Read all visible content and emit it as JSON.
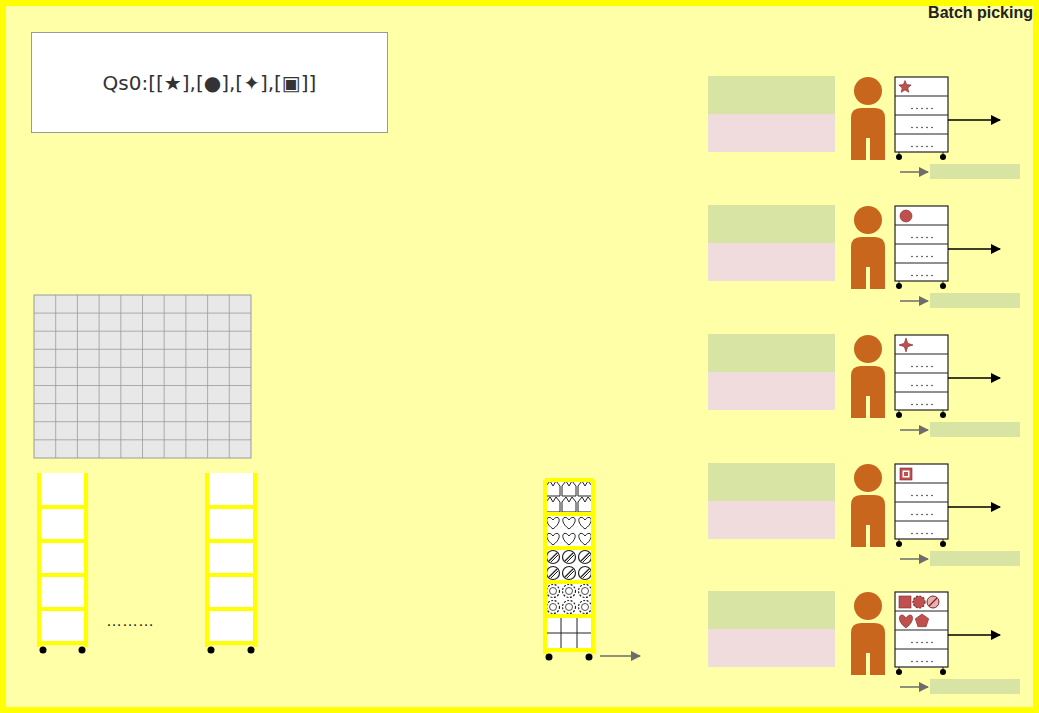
{
  "diagram": {
    "title": "Batch picking",
    "nodes": [
      {
        "text": [
          "Qs0:[[★],[●],[✦],[▣]]"
        ]
      }
    ],
    "labels": [
      "………"
    ]
  }
}
